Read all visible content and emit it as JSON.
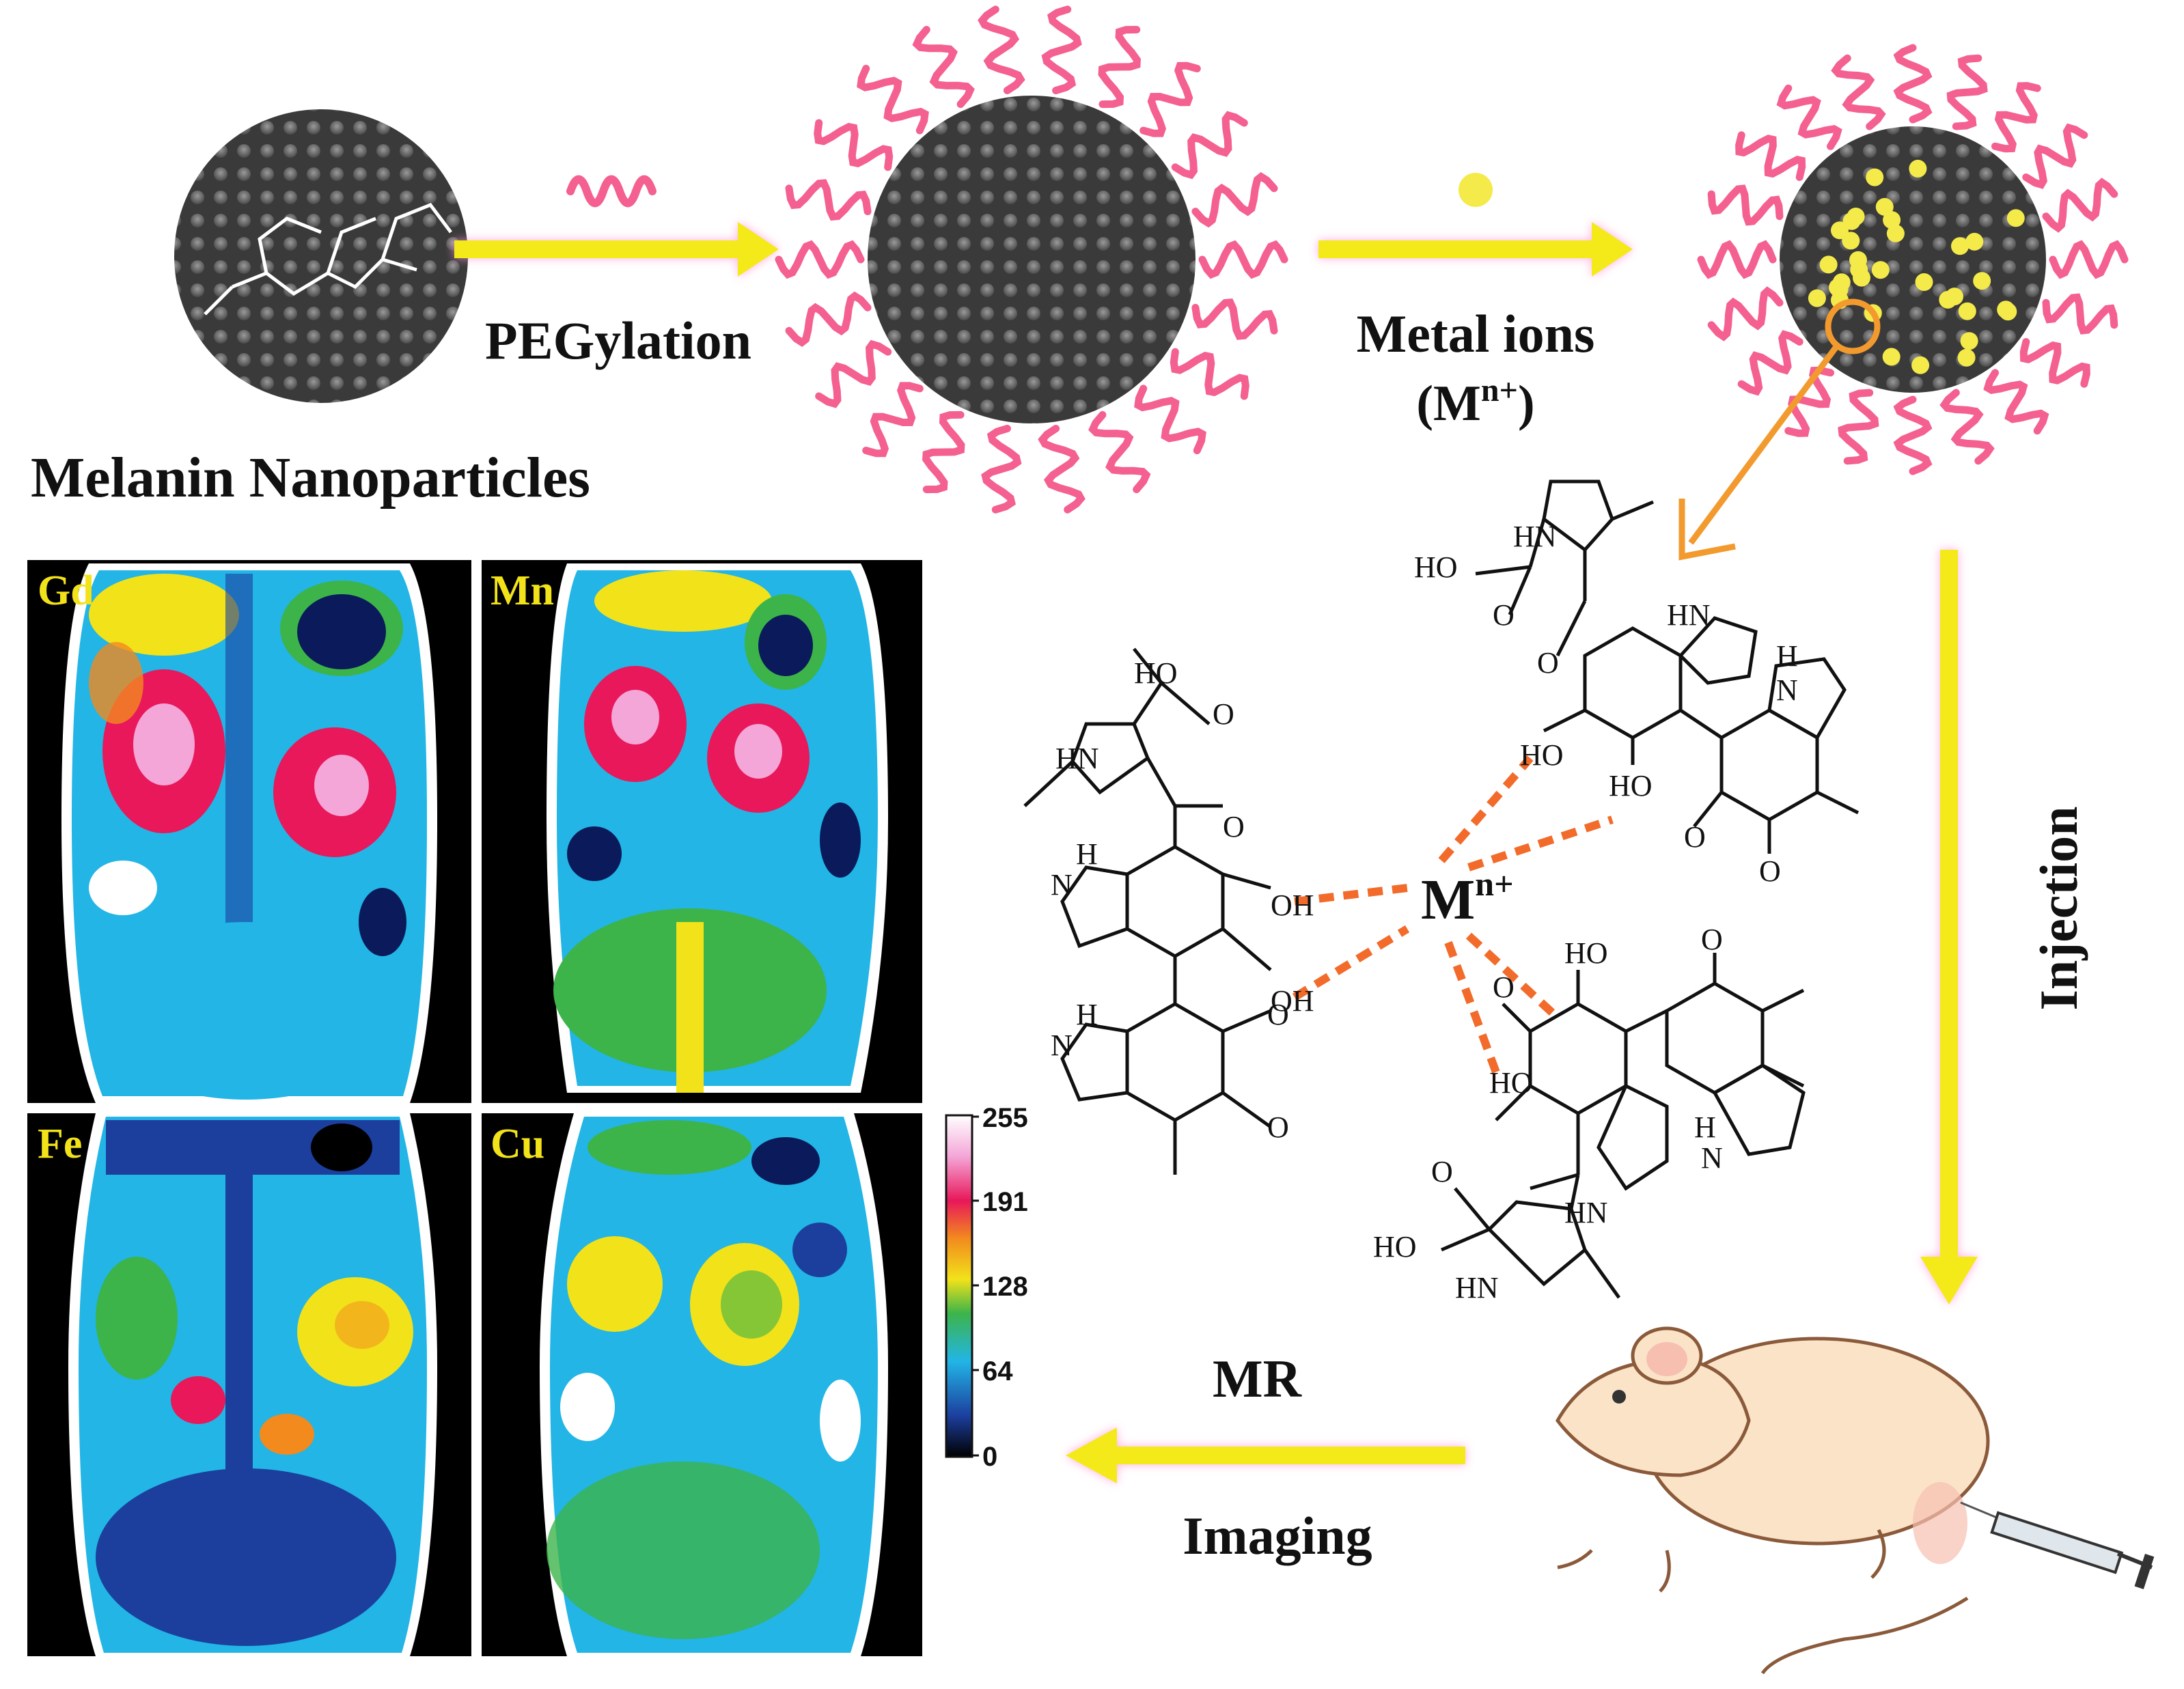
{
  "labels": {
    "pegylation": "PEGylation",
    "metal_ions": "Metal ions",
    "metal_ions_formula": "(M",
    "metal_ions_sup": "n+",
    "metal_ions_close": ")",
    "melanin": "Melanin Nanoparticles",
    "injection": "Injection",
    "mr": "MR",
    "imaging": "Imaging",
    "metal_center": "M",
    "metal_center_sup": "n+"
  },
  "panels": [
    {
      "tag": "Gd"
    },
    {
      "tag": "Mn"
    },
    {
      "tag": "Fe"
    },
    {
      "tag": "Cu"
    }
  ],
  "colorbar": {
    "ticks": [
      "255",
      "191",
      "128",
      "64",
      "0"
    ],
    "colors": [
      "#ffffff",
      "#f4a6d8",
      "#e8185a",
      "#f28a1e",
      "#f2e21a",
      "#3cb44a",
      "#22b5e6",
      "#1c3f9e",
      "#000000"
    ]
  },
  "colors": {
    "arrow_fill": "#f4ea1a",
    "arrow_glow": "#ff9bd6",
    "peg": "#f4608f",
    "core": "#3d3d3d",
    "metal_dot": "#f4ea4a",
    "bond_dash": "#f26b2a",
    "pointer": "#f29a2e",
    "mouse": "#fbe3c8"
  },
  "chem": {
    "ho": "HO",
    "oh": "OH",
    "hn": "HN",
    "nh": "NH",
    "o": "O",
    "n": "N",
    "h": "H"
  }
}
